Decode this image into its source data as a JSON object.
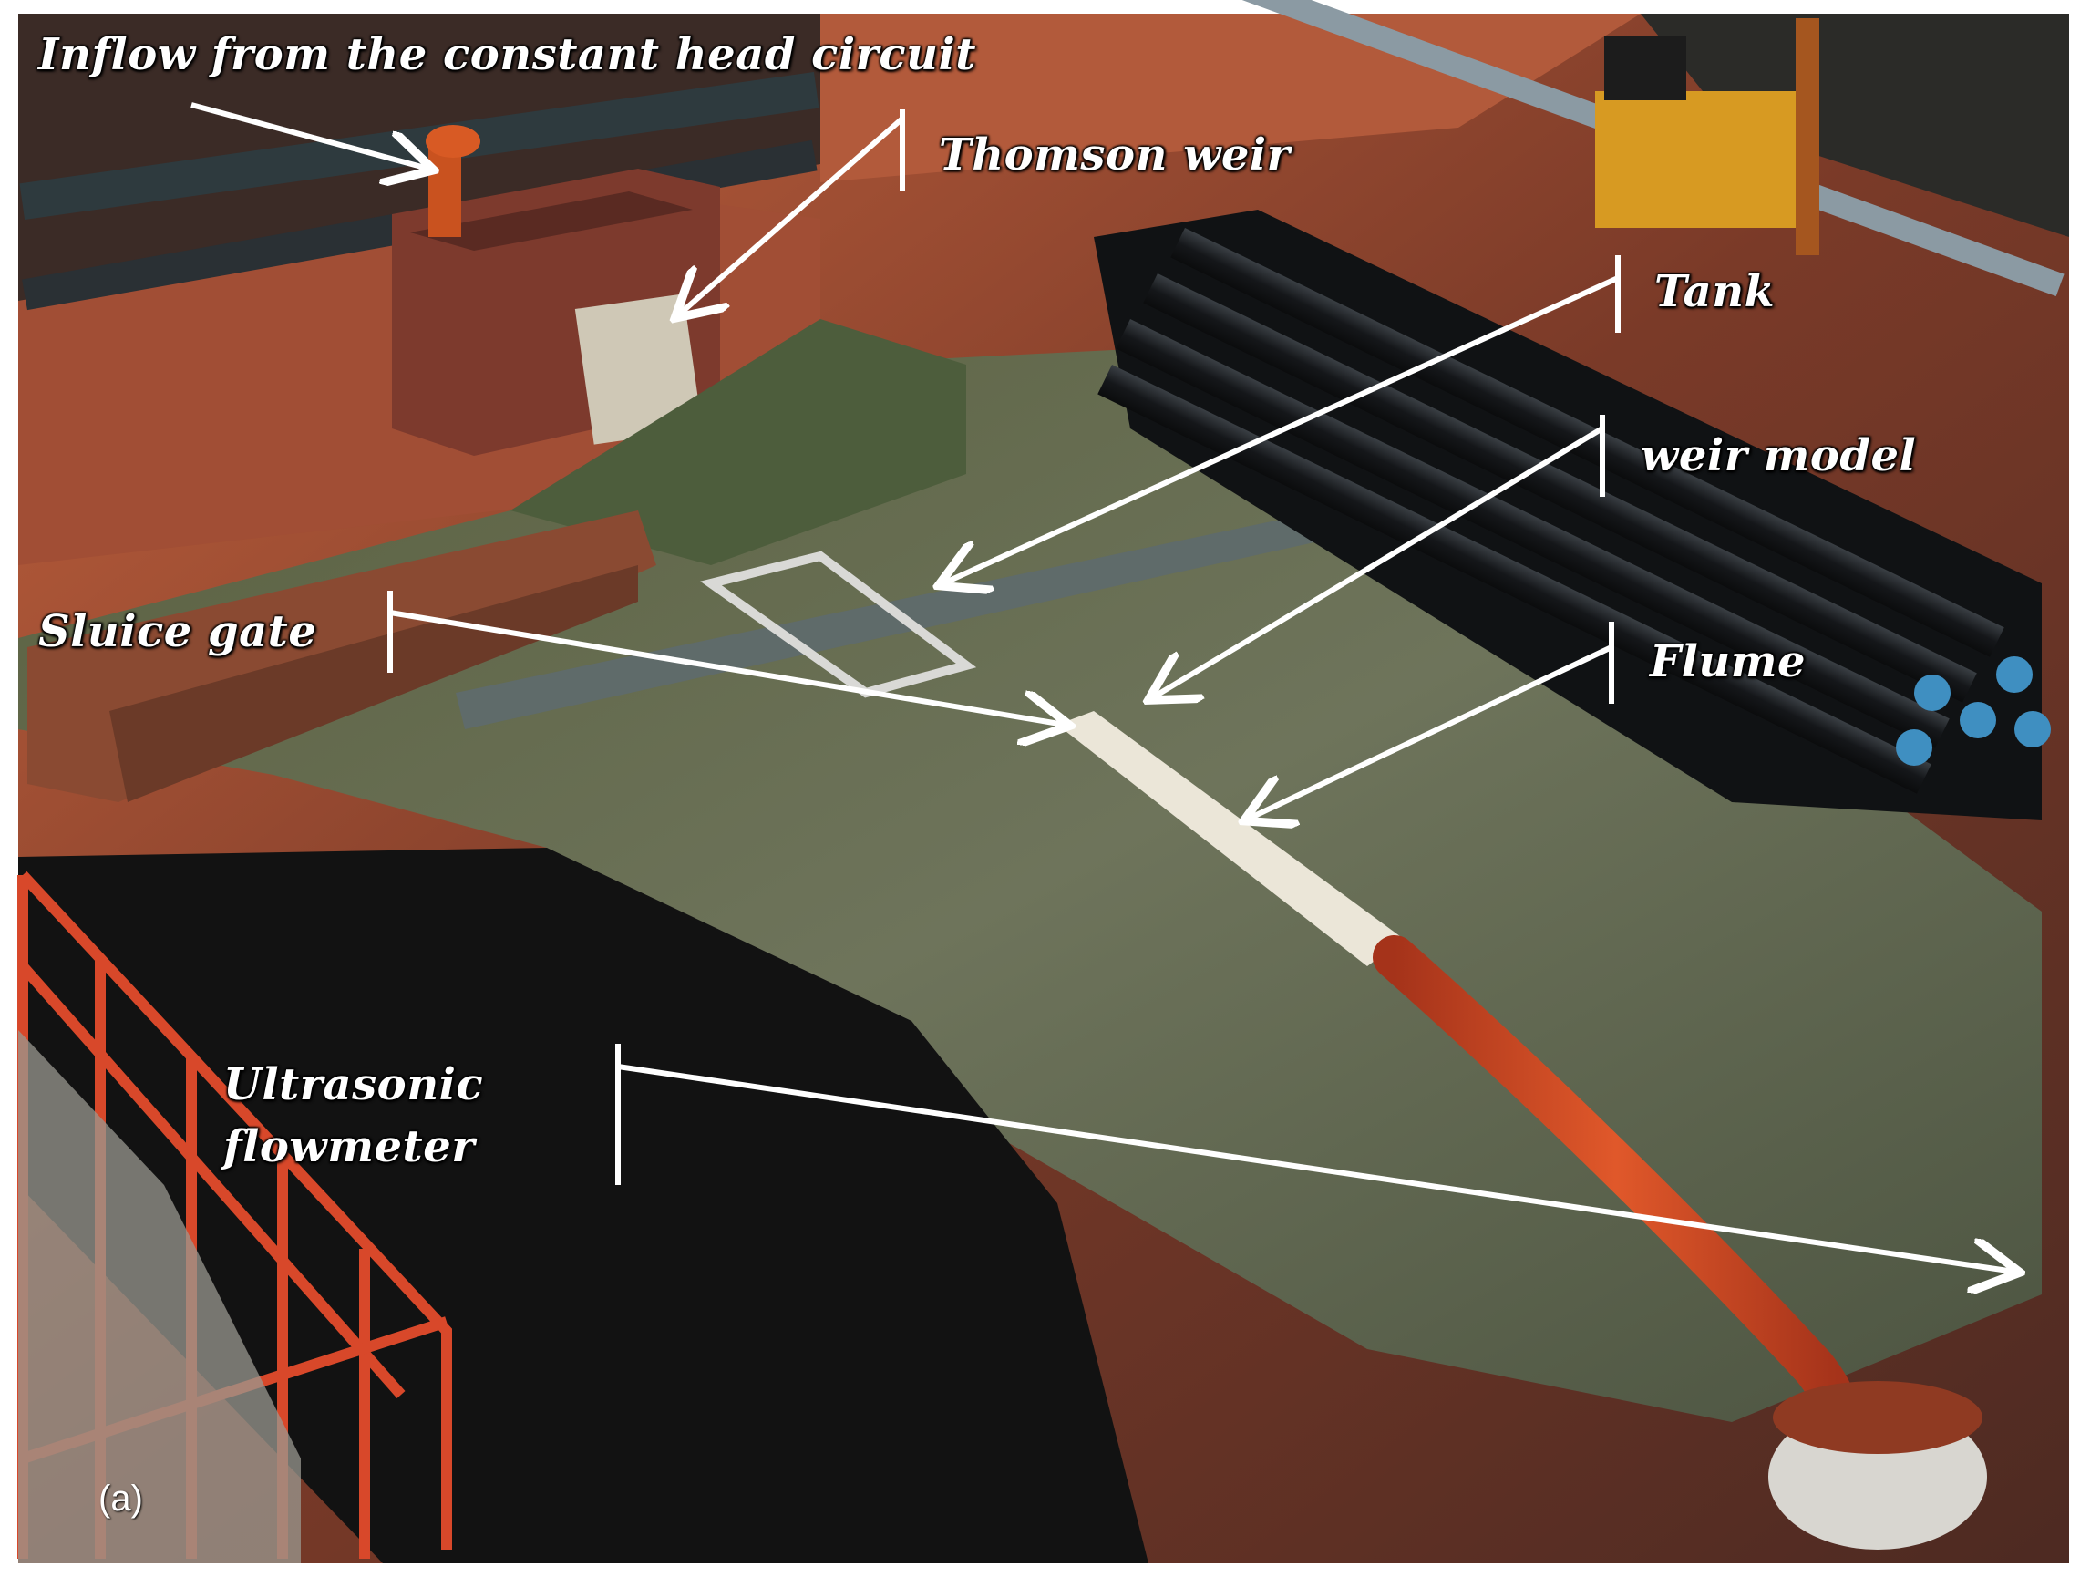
{
  "photo": {
    "panel_label": "(a)",
    "labels": {
      "inflow": "Inflow from the constant head circuit",
      "thomson_weir": "Thomson weir",
      "tank": "Tank",
      "weir_model": "weir model",
      "sluice_gate": "Sluice gate",
      "flume": "Flume",
      "ultrasonic_line1": "Ultrasonic",
      "ultrasonic_line2": "flowmeter"
    },
    "colors": {
      "floor": "#5c2f24",
      "floor_light": "#b9573e",
      "terrain": "#4f5a3f",
      "pipe_orange": "#d14a22",
      "black_pipes": "#141618",
      "annotation": "#ffffff"
    }
  }
}
